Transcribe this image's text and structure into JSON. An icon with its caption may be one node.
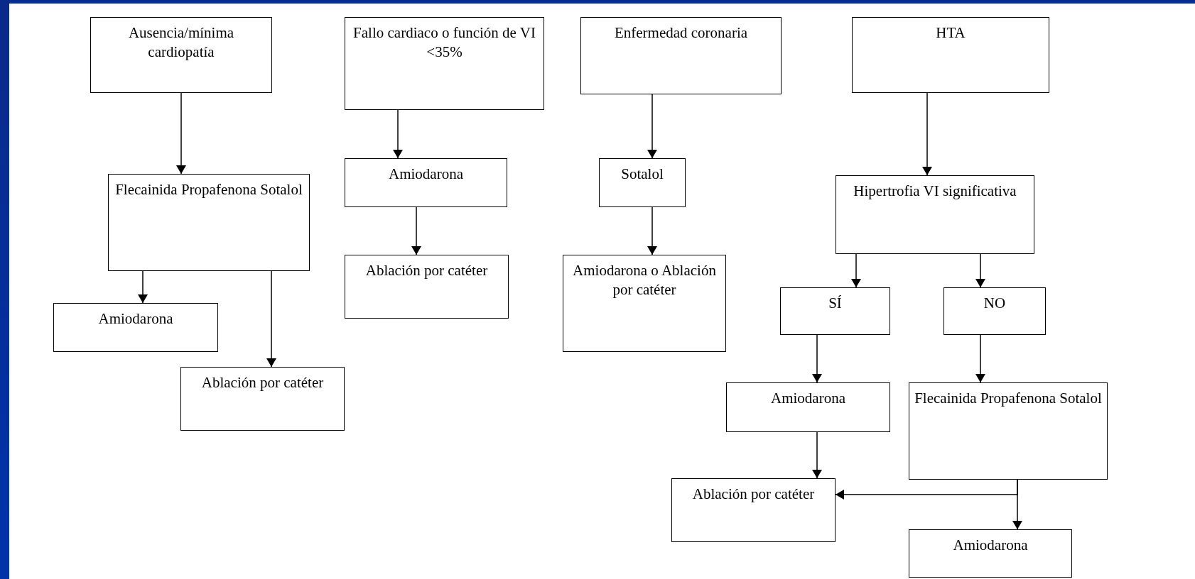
{
  "diagram": {
    "nodes": [
      {
        "text": [
          "Ausencia/mínima cardiopatía"
        ]
      },
      {
        "text": [
          "Fallo cardiaco o función de VI <35%"
        ]
      },
      {
        "text": [
          "Enfermedad coronaria"
        ]
      },
      {
        "text": [
          "HTA"
        ]
      },
      {
        "text": [
          "Flecainida Propafenona Sotalol"
        ]
      },
      {
        "text": [
          "Amiodarona"
        ]
      },
      {
        "text": [
          "Sotalol"
        ]
      },
      {
        "text": [
          "Hipertrofia VI significativa"
        ]
      },
      {
        "text": [
          "Amiodarona"
        ]
      },
      {
        "text": [
          "Ablación por catéter"
        ]
      },
      {
        "text": [
          "Ablación por catéter"
        ]
      },
      {
        "text": [
          "Amiodarona o Ablación por catéter"
        ]
      },
      {
        "text": [
          "SÍ"
        ]
      },
      {
        "text": [
          "NO"
        ]
      },
      {
        "text": [
          "Amiodarona"
        ]
      },
      {
        "text": [
          "Flecainida Propafenona Sotalol"
        ]
      },
      {
        "text": [
          "Ablación por catéter"
        ]
      },
      {
        "text": [
          "Amiodarona"
        ]
      }
    ],
    "edges": [
      {
        "from": 0,
        "to": 4,
        "arrow": "to"
      },
      {
        "from": 4,
        "to": 8,
        "arrow": "to"
      },
      {
        "from": 4,
        "to": 9,
        "arrow": "to"
      },
      {
        "from": 1,
        "to": 5,
        "arrow": "to"
      },
      {
        "from": 5,
        "to": 10,
        "arrow": "to"
      },
      {
        "from": 2,
        "to": 6,
        "arrow": "to"
      },
      {
        "from": 6,
        "to": 11,
        "arrow": "to"
      },
      {
        "from": 3,
        "to": 7,
        "arrow": "to"
      },
      {
        "from": 7,
        "to": 12,
        "arrow": "to"
      },
      {
        "from": 7,
        "to": 13,
        "arrow": "to"
      },
      {
        "from": 12,
        "to": 14,
        "arrow": "to"
      },
      {
        "from": 13,
        "to": 15,
        "arrow": "to"
      },
      {
        "from": 14,
        "to": 16,
        "arrow": "to"
      },
      {
        "from": 15,
        "to": 16,
        "arrow": "to"
      },
      {
        "from": 15,
        "to": 17,
        "arrow": "to"
      }
    ]
  }
}
